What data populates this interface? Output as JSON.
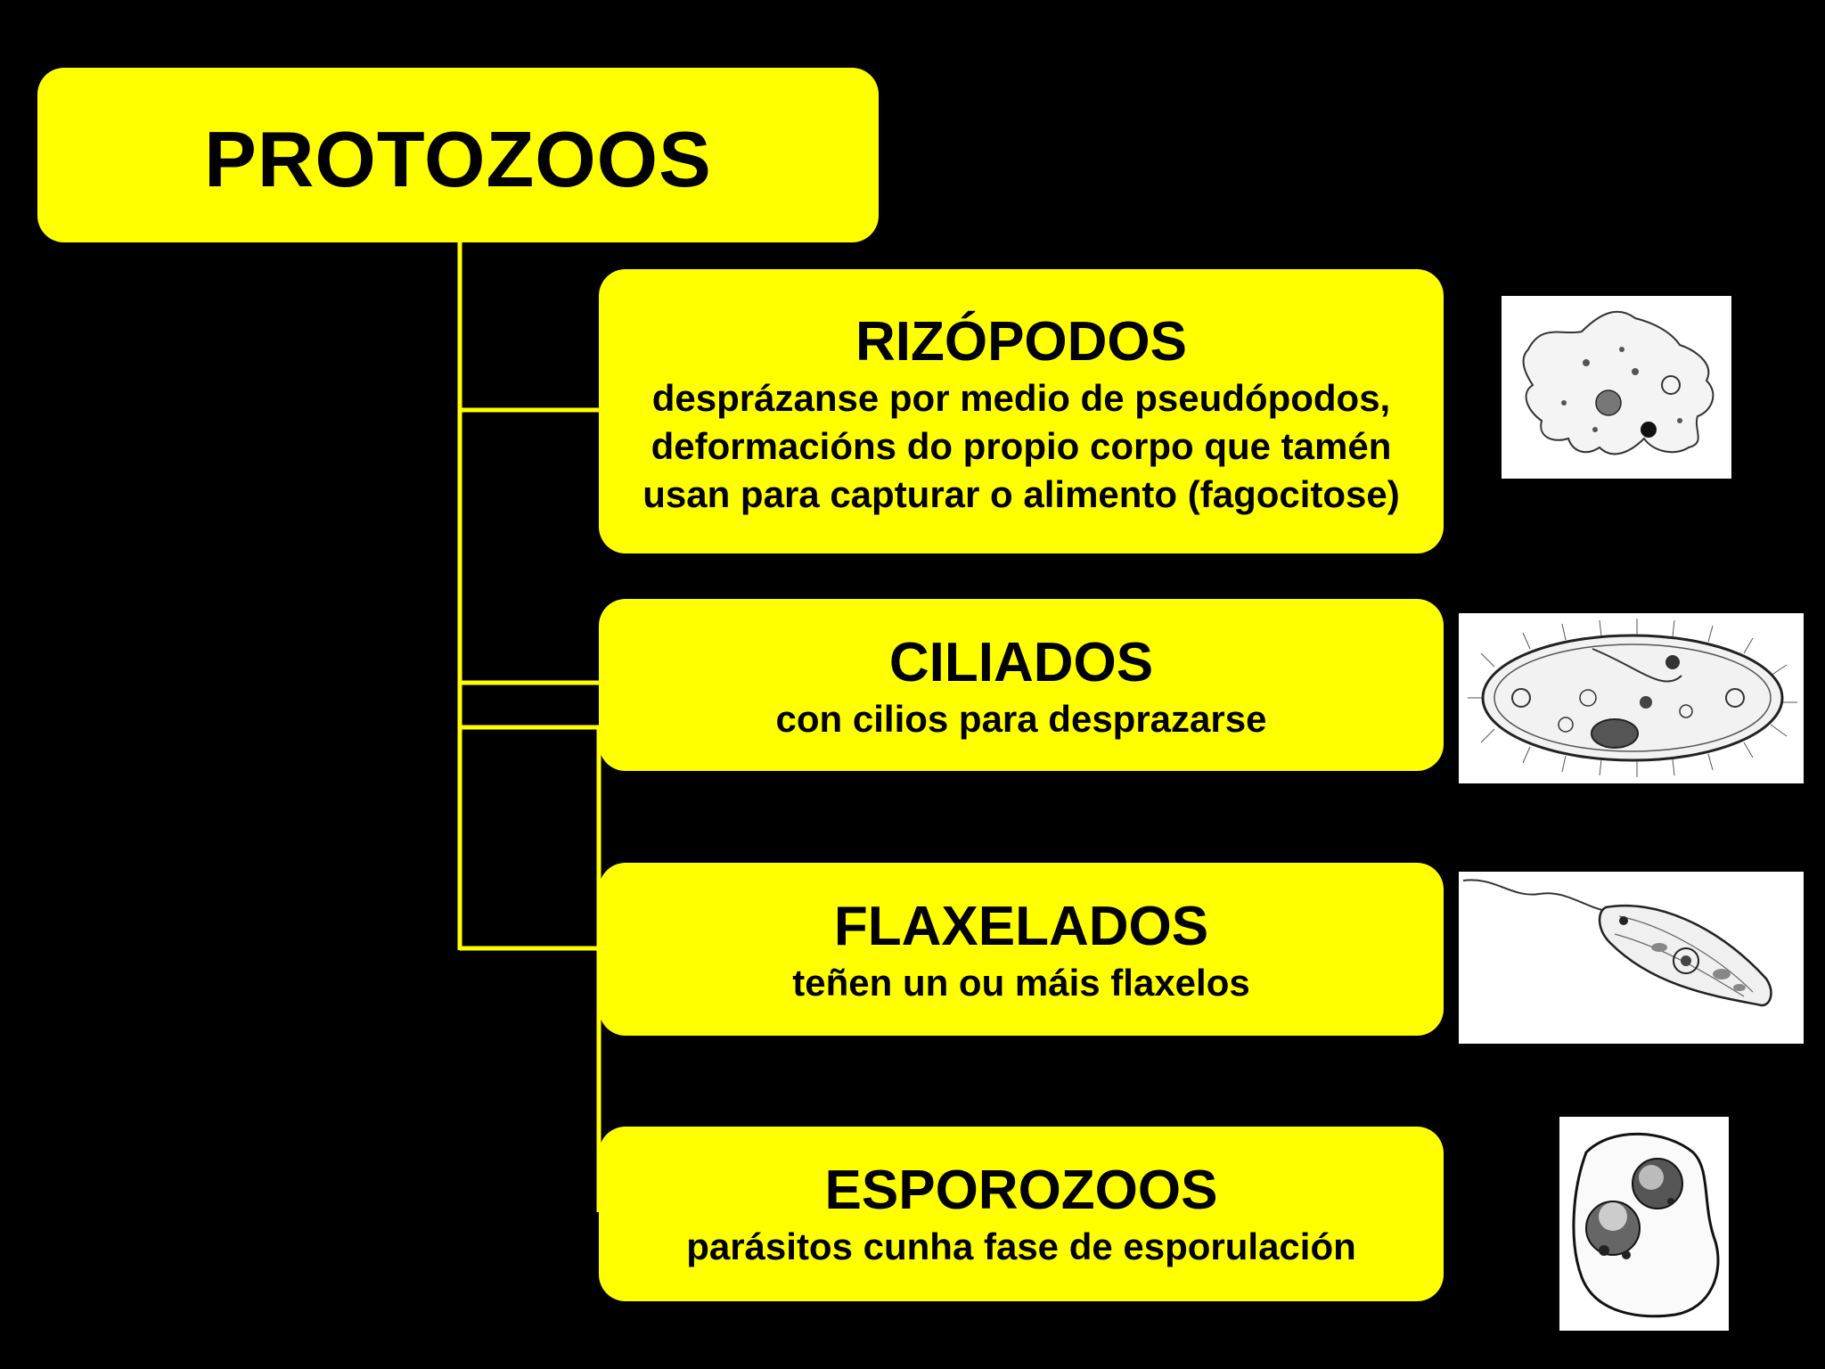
{
  "root": {
    "title": "PROTOZOOS"
  },
  "colors": {
    "background": "#000000",
    "box": "#ffff00",
    "connector": "#ffff00",
    "text": "#000000"
  },
  "groups": [
    {
      "title": "RIZÓPODOS",
      "description": "desprázanse por medio de pseudópodos,\ndeformacións do propio corpo que tamén\nusan para capturar o alimento (fagocitose)",
      "illustration": "amoeba-drawing"
    },
    {
      "title": "CILIADOS",
      "description": "con cilios para desprazarse",
      "illustration": "paramecium-drawing"
    },
    {
      "title": "FLAXELADOS",
      "description": "teñen un ou máis flaxelos",
      "illustration": "euglena-drawing"
    },
    {
      "title": "ESPOROZOOS",
      "description": "parásitos cunha fase de esporulación",
      "illustration": "sporozoan-drawing"
    }
  ]
}
